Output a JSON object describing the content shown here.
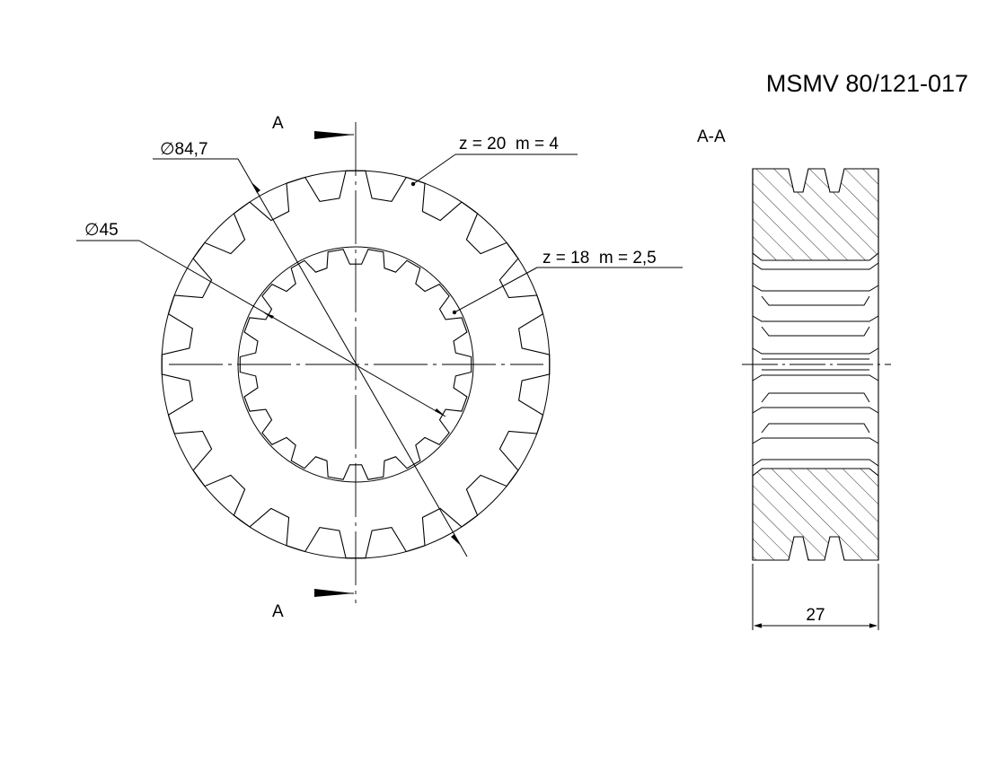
{
  "drawing_number": "MSMV 80/121-017",
  "section_mark": "A",
  "section_title": "A-A",
  "dimensions": {
    "outer_diameter": "∅84,7",
    "inner_diameter": "∅45",
    "width": "27"
  },
  "notes": {
    "outer_teeth": "z = 20  m = 4",
    "inner_teeth": "z = 18  m = 2,5"
  },
  "gear": {
    "outer_tooth_count": 20,
    "inner_tooth_count": 18
  }
}
